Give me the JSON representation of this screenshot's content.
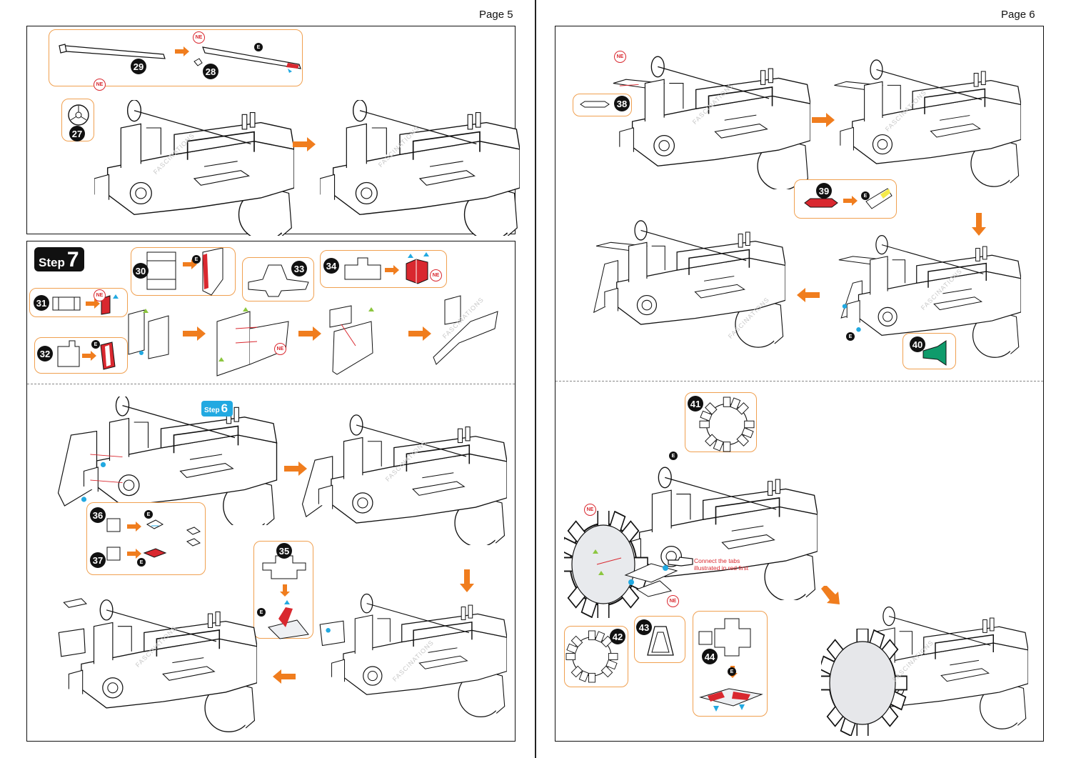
{
  "pages": {
    "left": {
      "label": "Page 5"
    },
    "right": {
      "label": "Page 6"
    }
  },
  "steps": {
    "step7": {
      "word": "Step",
      "number": "7"
    },
    "step6": {
      "word": "Step",
      "number": "6"
    }
  },
  "parts": {
    "p27": "27",
    "p28": "28",
    "p29": "29",
    "p30": "30",
    "p31": "31",
    "p32": "32",
    "p33": "33",
    "p34": "34",
    "p35": "35",
    "p36": "36",
    "p37": "37",
    "p38": "38",
    "p39": "39",
    "p40": "40",
    "p41": "41",
    "p42": "42",
    "p43": "43",
    "p44": "44"
  },
  "markers": {
    "ne": "NE",
    "e": "E"
  },
  "watermark": "FASCINATIONS",
  "note": {
    "line1": "Connect the tabs",
    "line2": "illustrated in red first"
  },
  "colors": {
    "orange": "#f07d1e",
    "callout_border": "#f0a050",
    "red": "#d9282f",
    "blue": "#22a9e1",
    "green": "#8cc63f",
    "teal": "#0f9b6b"
  }
}
